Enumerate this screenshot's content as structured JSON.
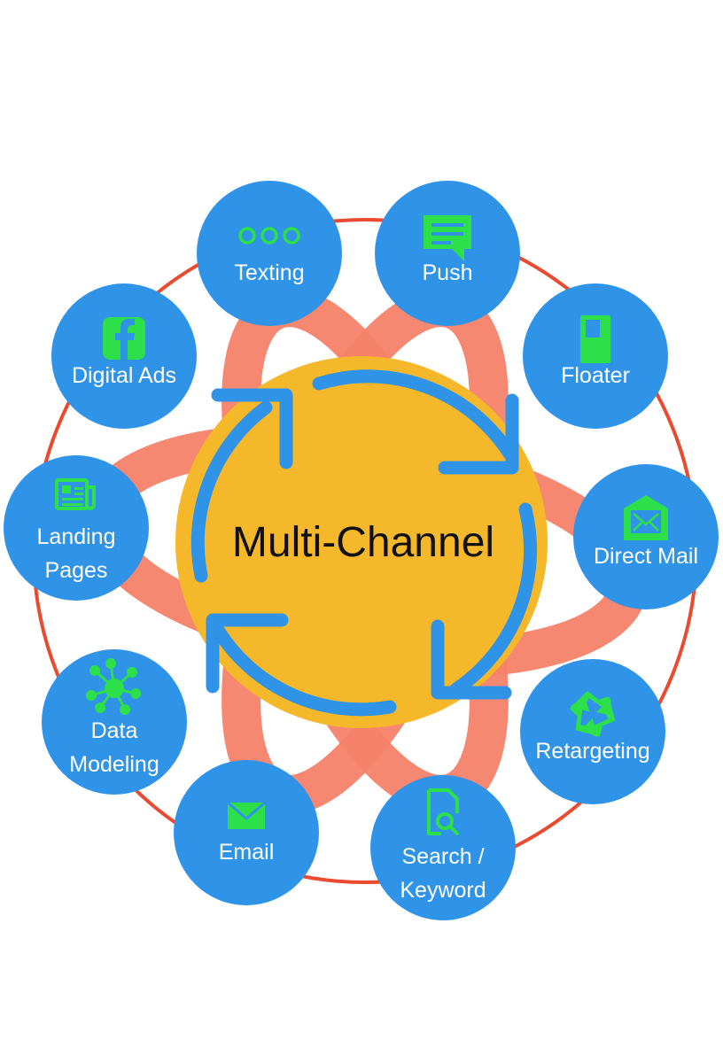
{
  "center": {
    "label": "Multi-Channel"
  },
  "channels": [
    {
      "id": "texting",
      "label": "Texting",
      "icon": "ellipsis-icon"
    },
    {
      "id": "push",
      "label": "Push",
      "icon": "chat-bubble-icon"
    },
    {
      "id": "floater",
      "label": "Floater",
      "icon": "phone-screen-icon"
    },
    {
      "id": "direct-mail",
      "label": "Direct Mail",
      "icon": "mailbox-icon"
    },
    {
      "id": "retargeting",
      "label": "Retargeting",
      "icon": "recycle-icon"
    },
    {
      "id": "search-keyword",
      "label": "Search / Keyword",
      "lines": [
        "Search /",
        "Keyword"
      ],
      "icon": "search-document-icon"
    },
    {
      "id": "email",
      "label": "Email",
      "icon": "envelope-icon"
    },
    {
      "id": "data-modeling",
      "label": "Data Modeling",
      "lines": [
        "Data",
        "Modeling"
      ],
      "icon": "network-icon"
    },
    {
      "id": "landing-pages",
      "label": "Landing Pages",
      "lines": [
        "Landing",
        "Pages"
      ],
      "icon": "newspaper-icon"
    },
    {
      "id": "digital-ads",
      "label": "Digital Ads",
      "icon": "facebook-icon"
    }
  ],
  "colors": {
    "node_fill": "#2f93e8",
    "icon_green": "#2de04a",
    "center_fill": "#f5b82a",
    "ring_stroke": "#ea4a2f",
    "petal": "#f5826a",
    "arrow": "#2f93e8"
  }
}
